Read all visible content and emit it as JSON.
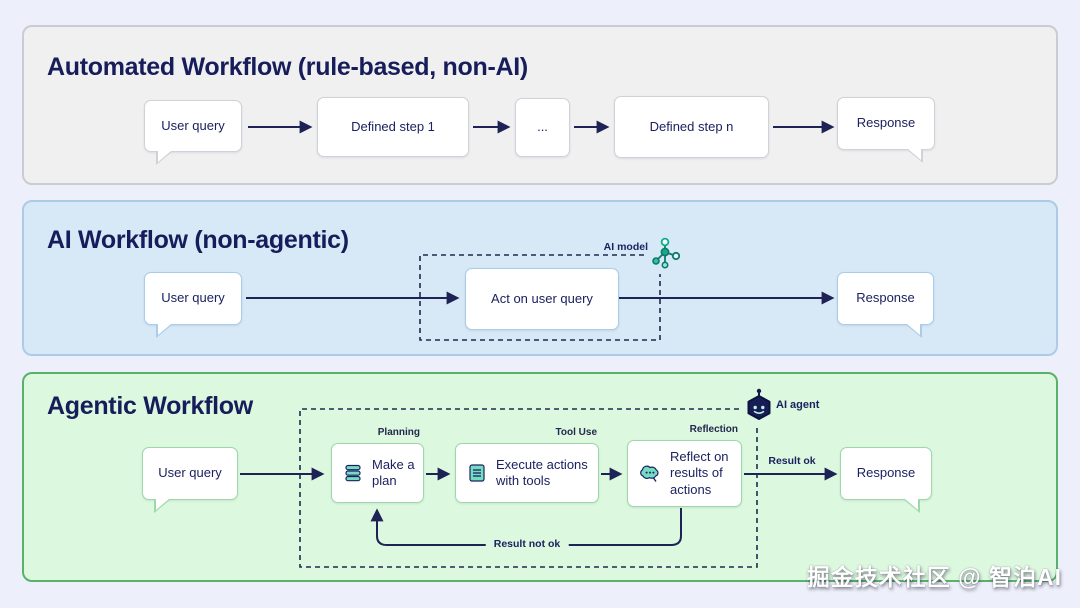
{
  "watermark": {
    "text": "掘金技术社区 @ 智泊AI"
  },
  "colors": {
    "page_bg": "#edeffa",
    "ink": "#1c2260",
    "arrow": "#1e2255",
    "teal_icon_fill": "#74dcc3",
    "panel_automated_bg": "#f0f0f1",
    "panel_automated_border": "#c9ccd0",
    "panel_ai_bg": "#d7e9f6",
    "panel_ai_border": "#abcce9",
    "panel_agentic_bg": "#dcf8de",
    "panel_agentic_border": "#58b26a"
  },
  "icons": {
    "ai_model": "molecule-icon",
    "ai_agent": "robot-icon",
    "plan": "stacked-list-icon",
    "execute": "document-icon",
    "reflect": "thought-bubble-icon"
  },
  "panels": {
    "automated": {
      "title": "Automated Workflow (rule-based, non-AI)",
      "nodes": {
        "user_query": "User query",
        "step1": "Defined step 1",
        "ellipsis": "...",
        "stepn": "Defined step n",
        "response": "Response"
      }
    },
    "ai": {
      "title": "AI Workflow (non-agentic)",
      "model_label": "AI model",
      "nodes": {
        "user_query": "User query",
        "act": "Act on user query",
        "response": "Response"
      }
    },
    "agentic": {
      "title": "Agentic Workflow",
      "agent_label": "AI agent",
      "stage_labels": {
        "planning": "Planning",
        "tool_use": "Tool Use",
        "reflection": "Reflection"
      },
      "nodes": {
        "user_query": "User query",
        "plan": "Make a plan",
        "execute": "Execute actions with tools",
        "reflect": "Reflect on results of actions",
        "response": "Response"
      },
      "edge_labels": {
        "result_ok": "Result ok",
        "result_not_ok": "Result not ok"
      }
    }
  }
}
